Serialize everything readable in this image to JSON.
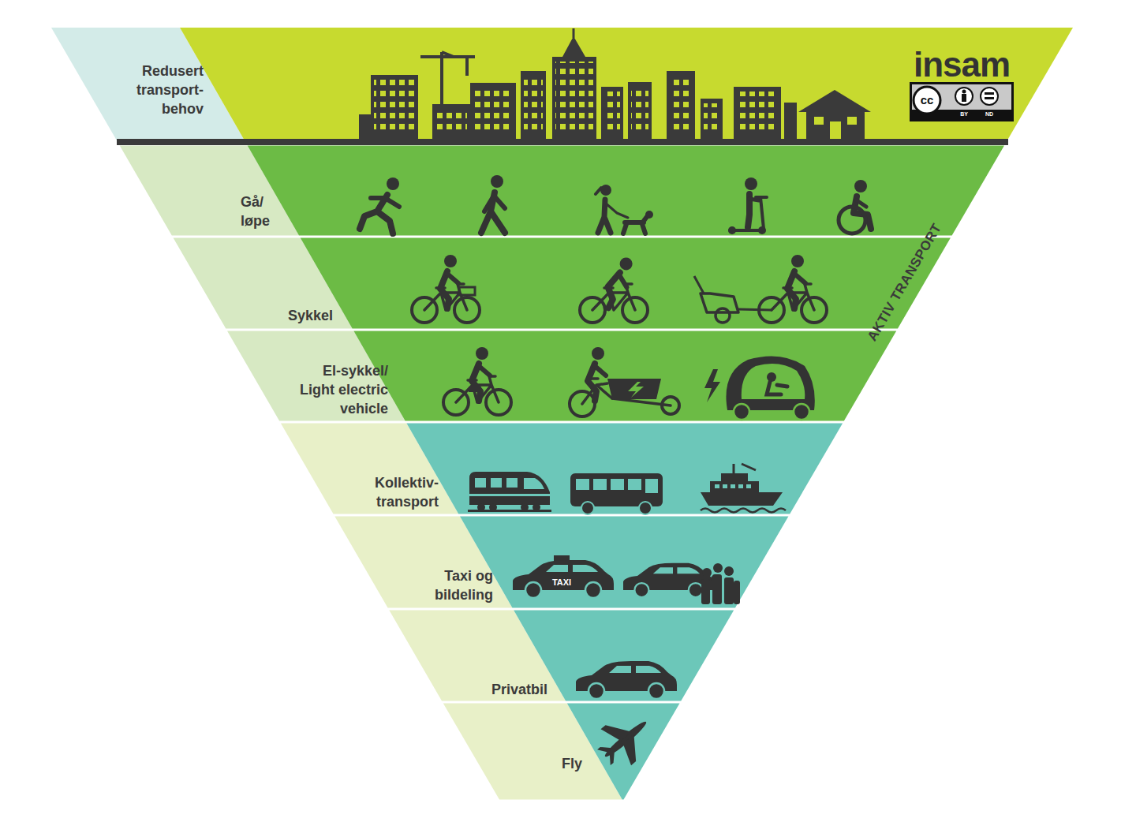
{
  "diagram": {
    "nodes": [
      {
        "text": [
          "Redusert transport-behov"
        ]
      },
      {
        "text": [
          "Gå/ løpe"
        ]
      },
      {
        "text": [
          "Sykkel"
        ]
      },
      {
        "text": [
          "El-sykkel/ Light electric vehicle"
        ]
      },
      {
        "text": [
          "Kollektiv-transport"
        ]
      },
      {
        "text": [
          "Taxi og bildeling"
        ]
      },
      {
        "text": [
          "Privatbil"
        ]
      },
      {
        "text": [
          "Fly"
        ]
      }
    ],
    "labels": [
      "insam",
      "cc",
      "BY",
      "ND",
      "AKTIV TRANSPORT",
      "TAXI"
    ]
  }
}
